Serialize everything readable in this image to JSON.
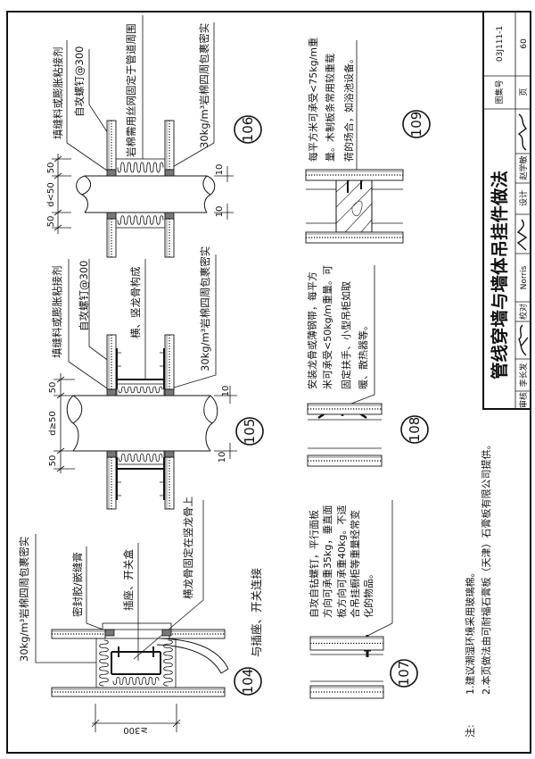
{
  "title_block": {
    "title": "管线穿墙与墙体吊挂件做法",
    "atlas_no_label": "图集号",
    "atlas_no": "03J111-1",
    "page_label": "页",
    "page": "60",
    "reviewer_label": "审核",
    "reviewer": "李长发",
    "checker_label": "校对",
    "checker": "Norris",
    "designer_label": "设计",
    "designer": "赵学敏"
  },
  "notes": {
    "label": "注:",
    "items": [
      "1.建议潮湿环境采用玻璃棉。",
      "2.本页做法由可耐福石膏板（天津）石膏板有限公司提供。"
    ]
  },
  "details": {
    "d104": {
      "number": "104",
      "caption": "与插座、开关连接",
      "labels": [
        "30kg/m³岩棉四周包裹密实",
        "密封胶/嵌缝膏",
        "插座、开关盒",
        "横龙骨固定在竖龙骨上"
      ],
      "dim": "≥300"
    },
    "d105": {
      "number": "105",
      "labels": [
        "填缝料或膨胀粘接剂",
        "自攻螺钉@300",
        "横、竖龙骨构成",
        "30kg/m³岩棉四周包裹密实"
      ],
      "dims": [
        "50",
        "d≥50",
        "50",
        "10",
        "10"
      ]
    },
    "d106": {
      "number": "106",
      "labels": [
        "填缝料或膨胀粘接剂",
        "自攻螺钉@300",
        "岩棉需用丝网固定于管道周围",
        "30kg/m³岩棉四周包裹密实"
      ],
      "dims": [
        "50",
        "d<50",
        "50",
        "10",
        "10"
      ]
    },
    "d107": {
      "number": "107",
      "text": [
        "自攻自钻螺钉，平行面板",
        "方向可承重35kg，垂直面",
        "板方向可承重40kg。不适",
        "合吊挂橱柜等重量经常变",
        "化的物品。"
      ]
    },
    "d108": {
      "number": "108",
      "text": [
        "安装龙骨或薄钢带，每平方",
        "米可承受<50kg/m重量。可",
        "固定扶手、小型吊柜如取",
        "暖、散热器等。"
      ]
    },
    "d109": {
      "number": "109",
      "text": [
        "每平方米可承受<75kg/m重",
        "量。木制板条常用较重载",
        "荷的场合，如浴池设备。"
      ]
    }
  }
}
